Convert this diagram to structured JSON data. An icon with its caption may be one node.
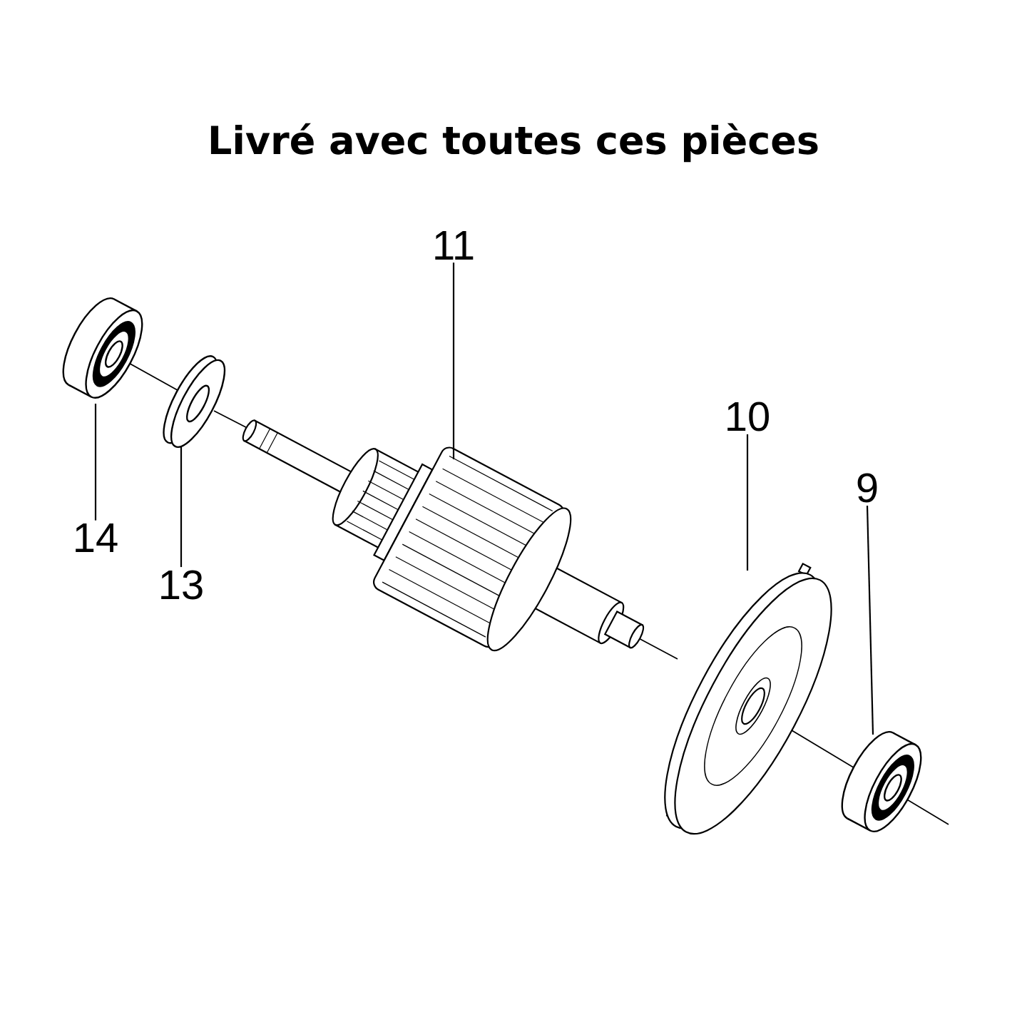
{
  "diagram": {
    "title": "Livré avec toutes ces pièces",
    "nodes": [
      {
        "text": [
          "11"
        ]
      },
      {
        "text": [
          "10"
        ]
      },
      {
        "text": [
          "9"
        ]
      },
      {
        "text": [
          "14"
        ]
      },
      {
        "text": [
          "13"
        ]
      },
      {
        "text": [],
        "shape": "picture"
      },
      {
        "text": [],
        "shape": "picture"
      },
      {
        "text": [],
        "shape": "picture"
      },
      {
        "text": [],
        "shape": "picture"
      },
      {
        "text": [],
        "shape": "picture"
      }
    ],
    "edges": [
      {
        "from": 0,
        "to": 5,
        "arrow": "none"
      },
      {
        "from": 1,
        "to": 6,
        "arrow": "none"
      },
      {
        "from": 2,
        "to": 7,
        "arrow": "none"
      },
      {
        "from": 3,
        "to": 8,
        "arrow": "none"
      },
      {
        "from": 4,
        "to": 9,
        "arrow": "none"
      }
    ]
  }
}
